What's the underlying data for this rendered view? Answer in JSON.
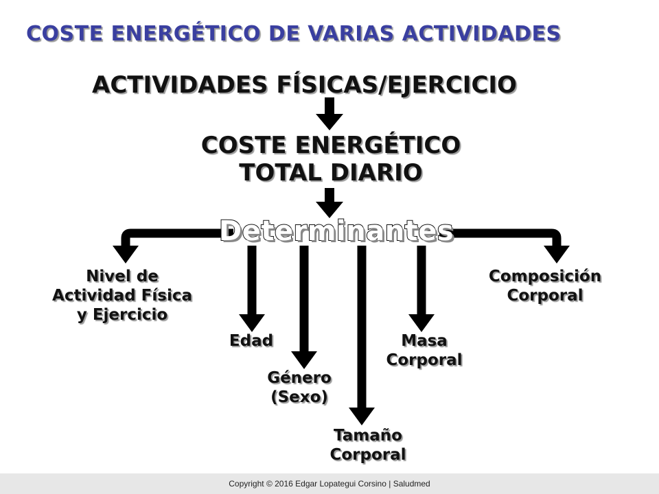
{
  "title": "COSTE ENERGÉTICO DE VARIAS ACTIVIDADES",
  "top_node": "ACTIVIDADES FÍSICAS/EJERCICIO",
  "middle_node": {
    "line1": "COSTE ENERGÉTICO",
    "line2": "TOTAL DIARIO"
  },
  "hub": "Determinantes",
  "determinants": {
    "nivel": {
      "line1": "Nivel de",
      "line2": "Actividad Física",
      "line3": "y Ejercicio"
    },
    "edad": "Edad",
    "genero": {
      "line1": "Género",
      "line2": "(Sexo)"
    },
    "tamano": {
      "line1": "Tamaño",
      "line2": "Corporal"
    },
    "masa": {
      "line1": "Masa",
      "line2": "Corporal"
    },
    "composicion": {
      "line1": "Composición",
      "line2": "Corporal"
    }
  },
  "footer": "Copyright © 2016 Edgar Lopategui Corsino | Saludmed",
  "colors": {
    "title": "#3a3fa0",
    "text": "#111111",
    "arrow": "#000000",
    "footer_bg": "#e7e7e7"
  }
}
